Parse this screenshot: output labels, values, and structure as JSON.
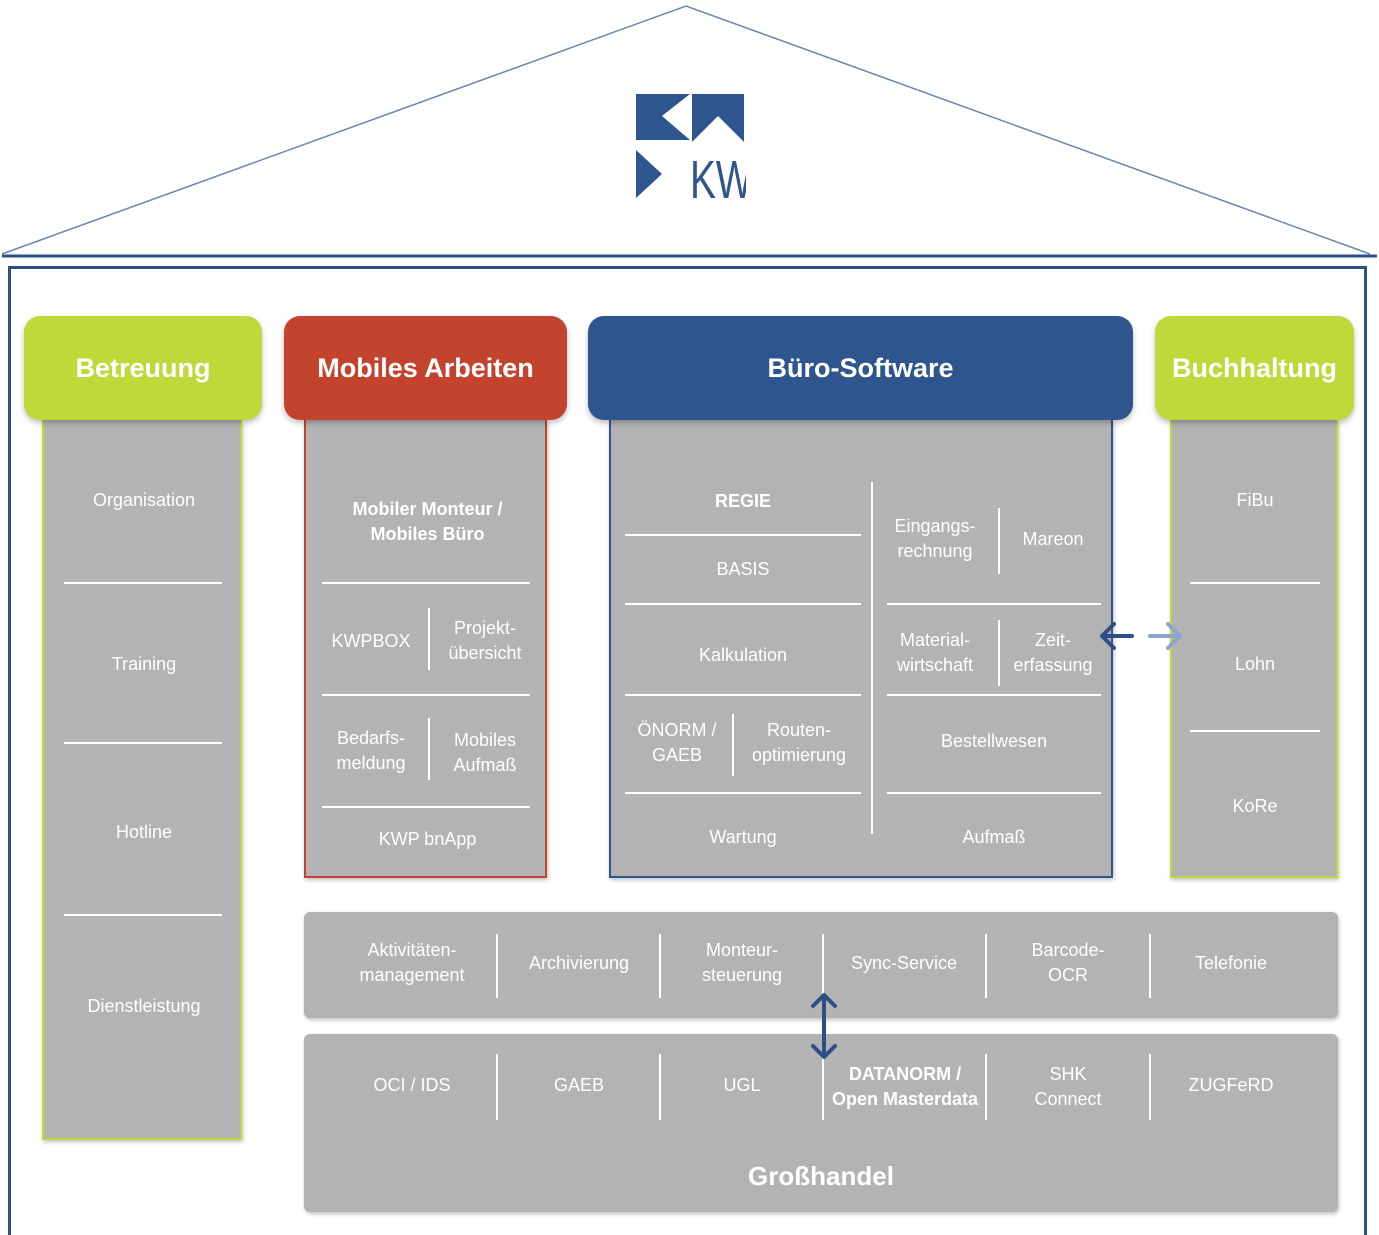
{
  "brand": {
    "logo_text": "KWP"
  },
  "colors": {
    "green": "#c0d839",
    "red": "#c4432f",
    "blue": "#2f558e",
    "gray": "#b3b3b3",
    "navy": "#2c4f86"
  },
  "betreuung": {
    "title": "Betreuung",
    "items": [
      "Organisation",
      "Training",
      "Hotline",
      "Dienstleistung"
    ]
  },
  "mobiles": {
    "title": "Mobiles Arbeiten",
    "monteur": "Mobiler Monteur /\nMobiles Büro",
    "kwpbox": "KWPBOX",
    "projekt": "Projekt-\nübersicht",
    "bedarf": "Bedarfs-\nmeldung",
    "aufmass": "Mobiles\nAufmaß",
    "bnapp": "KWP bnApp"
  },
  "buero": {
    "title": "Büro-Software",
    "regie": "REGIE",
    "basis": "BASIS",
    "kalkulation": "Kalkulation",
    "oenorm": "ÖNORM /\nGAEB",
    "routen": "Routen-\noptimierung",
    "wartung": "Wartung",
    "eingang": "Eingangs-\nrechnung",
    "mareon": "Mareon",
    "material": "Material-\nwirtschaft",
    "zeit": "Zeit-\nerfassung",
    "bestell": "Bestellwesen",
    "aufmass": "Aufmaß"
  },
  "buchhaltung": {
    "title": "Buchhaltung",
    "items": [
      "FiBu",
      "Lohn",
      "KoRe"
    ]
  },
  "services": [
    "Aktivitäten-\nmanagement",
    "Archivierung",
    "Monteur-\nsteuerung",
    "Sync-Service",
    "Barcode-\nOCR",
    "Telefonie"
  ],
  "grosshandel": {
    "title": "Großhandel",
    "items": [
      "OCI / IDS",
      "GAEB",
      "UGL",
      "DATANORM /\nOpen Masterdata",
      "SHK\nConnect",
      "ZUGFeRD"
    ]
  }
}
